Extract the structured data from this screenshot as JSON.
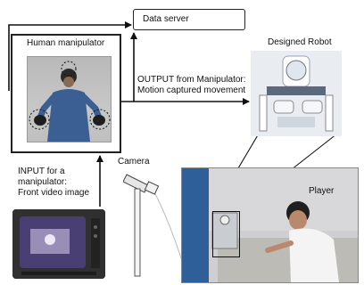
{
  "labels": {
    "data_server": "Data server",
    "human_manipulator": "Human manipulator",
    "designed_robot": "Designed Robot",
    "output_line1": "OUTPUT from Manipulator:",
    "output_line2": "Motion captured movement",
    "camera": "Camera",
    "player": "Player",
    "input_line1": "INPUT for a",
    "input_line2": "manipulator:",
    "input_line3": "Front video image"
  }
}
